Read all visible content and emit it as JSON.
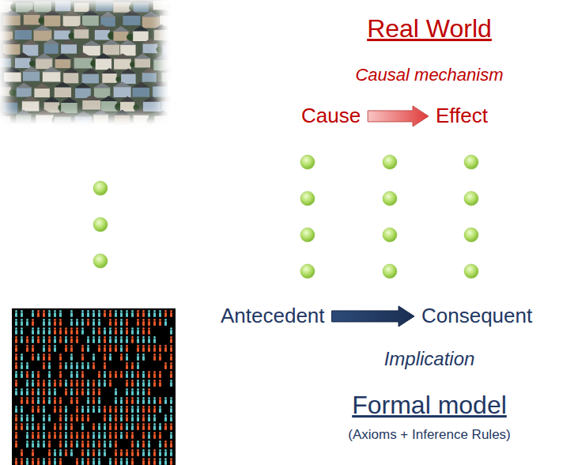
{
  "diagram": {
    "nodes": [
      {
        "text": [
          "Cause"
        ]
      },
      {
        "text": [
          "Effect"
        ]
      },
      {
        "text": [
          "Antecedent"
        ]
      },
      {
        "text": [
          "Consequent"
        ]
      }
    ],
    "edges": [
      {
        "from": 0,
        "to": 1,
        "arrow": "to"
      },
      {
        "from": 2,
        "to": 3,
        "arrow": "to"
      }
    ],
    "labels": [
      "Real World",
      "Causal mechanism",
      "Implication",
      "Formal model",
      "(Axioms + Inference Rules)"
    ]
  }
}
